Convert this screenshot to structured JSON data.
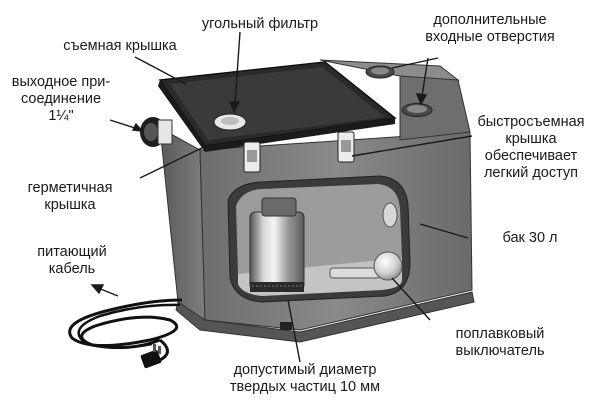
{
  "labels": {
    "removable_lid": [
      "съемная крышка"
    ],
    "outlet": [
      "выходное при-",
      "соединение",
      "1¼\""
    ],
    "sealed_lid": [
      "герметичная",
      "крышка"
    ],
    "power_cable": [
      "питающий",
      "кабель"
    ],
    "carbon_filter": [
      "угольный фильтр"
    ],
    "extra_inlets": [
      "дополнительные",
      "входные отверстия"
    ],
    "quick_lid": [
      "быстросъемная",
      "крышка",
      "обеспечивает",
      "легкий доступ"
    ],
    "tank": [
      "бак 30 л"
    ],
    "float_switch": [
      "поплавковый",
      "выключатель"
    ],
    "solids": [
      "допустимый диаметр",
      "твердых частиц 10 мм"
    ]
  },
  "icons": [
    "pump-icon",
    "float-ball-icon",
    "cable-plug-icon",
    "latch-icon"
  ],
  "colors": {
    "text": "#1a1a1a",
    "tank": "#7d7d7d",
    "lid": "#2a2a2a",
    "line": "#1a1a1a"
  }
}
